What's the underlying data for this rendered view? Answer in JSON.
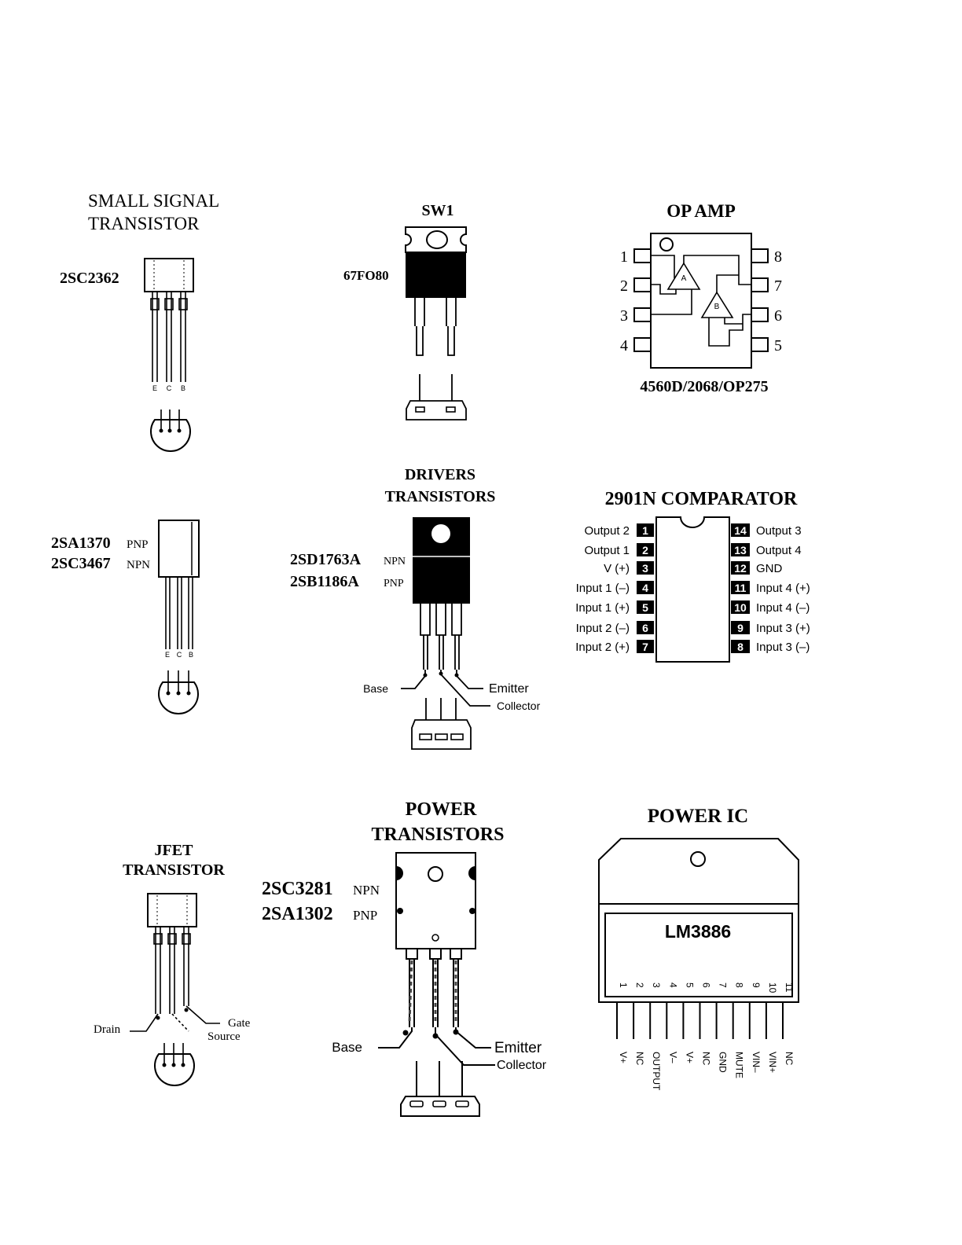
{
  "small_signal": {
    "title_line1": "SMALL SIGNAL",
    "title_line2": "TRANSISTOR",
    "part": "2SC2362",
    "pins": [
      "E",
      "C",
      "B"
    ]
  },
  "sw1": {
    "title": "SW1",
    "part": "67FO80"
  },
  "opamp": {
    "title": "OP AMP",
    "left_pins": [
      "1",
      "2",
      "3",
      "4"
    ],
    "right_pins": [
      "8",
      "7",
      "6",
      "5"
    ],
    "amp_a": "A",
    "amp_b": "B",
    "part": "4560D/2068/OP275"
  },
  "drivers": {
    "title_line1": "DRIVERS",
    "title_line2": "TRANSISTORS",
    "part1": "2SD1763A",
    "part1_type": "NPN",
    "part2": "2SB1186A",
    "part2_type": "PNP",
    "base": "Base",
    "emitter": "Emitter",
    "collector": "Collector"
  },
  "to92b": {
    "part1": "2SA1370",
    "part1_type": "PNP",
    "part2": "2SC3467",
    "part2_type": "NPN",
    "pins": [
      "E",
      "C",
      "B"
    ]
  },
  "comparator": {
    "title": "2901N COMPARATOR",
    "left": [
      {
        "num": "1",
        "label": "Output 2"
      },
      {
        "num": "2",
        "label": "Output 1"
      },
      {
        "num": "3",
        "label": "V (+)"
      },
      {
        "num": "4",
        "label": "Input 1 (–)"
      },
      {
        "num": "5",
        "label": "Input 1 (+)"
      },
      {
        "num": "6",
        "label": "Input 2 (–)"
      },
      {
        "num": "7",
        "label": "Input 2 (+)"
      }
    ],
    "right": [
      {
        "num": "14",
        "label": "Output 3"
      },
      {
        "num": "13",
        "label": "Output 4"
      },
      {
        "num": "12",
        "label": "GND"
      },
      {
        "num": "11",
        "label": "Input 4 (+)"
      },
      {
        "num": "10",
        "label": "Input 4 (–)"
      },
      {
        "num": "9",
        "label": "Input 3 (+)"
      },
      {
        "num": "8",
        "label": "Input 3 (–)"
      }
    ]
  },
  "jfet": {
    "title_line1": "JFET",
    "title_line2": "TRANSISTOR",
    "drain": "Drain",
    "gate": "Gate",
    "source": "Source"
  },
  "power": {
    "title_line1": "POWER",
    "title_line2": "TRANSISTORS",
    "part1": "2SC3281",
    "part1_type": "NPN",
    "part2": "2SA1302",
    "part2_type": "PNP",
    "base": "Base",
    "emitter": "Emitter",
    "collector": "Collector"
  },
  "power_ic": {
    "title": "POWER IC",
    "part": "LM3886",
    "pins": [
      {
        "num": "1",
        "label": "V+"
      },
      {
        "num": "2",
        "label": "NC"
      },
      {
        "num": "3",
        "label": "OUTPUT"
      },
      {
        "num": "4",
        "label": "V–"
      },
      {
        "num": "5",
        "label": "V+"
      },
      {
        "num": "6",
        "label": "NC"
      },
      {
        "num": "7",
        "label": "GND"
      },
      {
        "num": "8",
        "label": "MUTE"
      },
      {
        "num": "9",
        "label": "VIN–"
      },
      {
        "num": "10",
        "label": "VIN+"
      },
      {
        "num": "11",
        "label": "NC"
      }
    ]
  }
}
